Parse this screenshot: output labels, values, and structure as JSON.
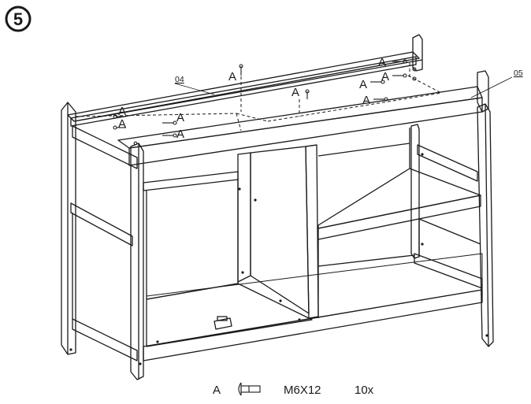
{
  "step": {
    "number": "5"
  },
  "parts": {
    "p04": "04",
    "p05": "05"
  },
  "hardware": {
    "letter": "A",
    "spec": "M6X12",
    "qty": "10x"
  },
  "colors": {
    "ink": "#1a1a1a",
    "paper": "#ffffff"
  },
  "icons": {
    "screw": "screw-icon"
  }
}
